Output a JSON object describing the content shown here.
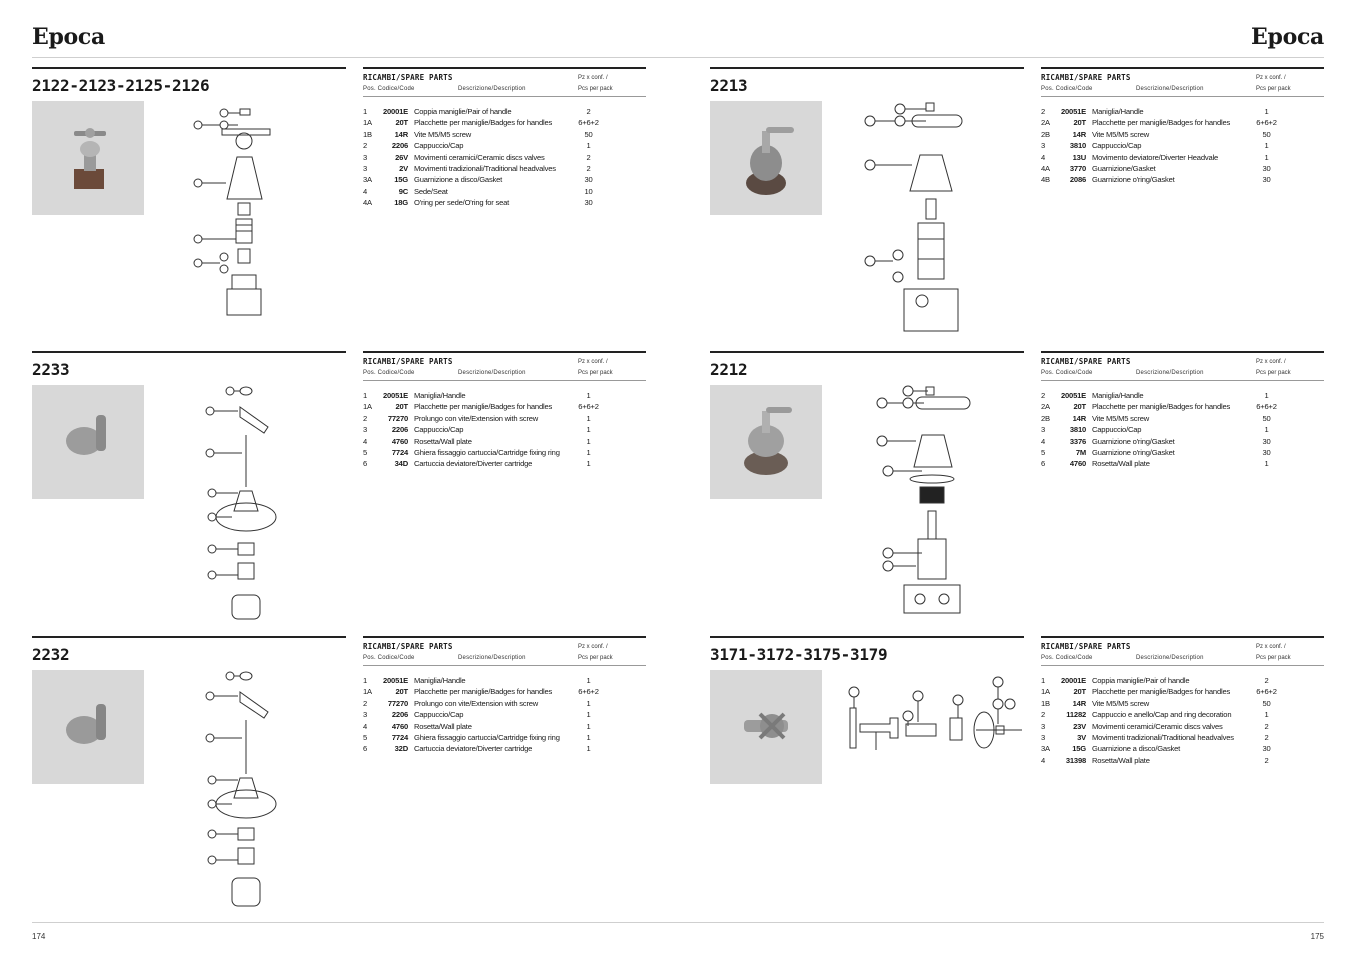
{
  "brand_left": "Epoca",
  "brand_right": "Epoca",
  "page_left": "174",
  "page_right": "175",
  "table_header": {
    "title": "RICAMBI/SPARE PARTS",
    "pos_code": "Pos. Codice/Code",
    "description": "Descrizione/Description",
    "qty_line1": "Pz x conf. /",
    "qty_line2": "Pcs per pack"
  },
  "products": [
    {
      "code": "2122-2123-2125-2126",
      "parts": [
        {
          "pos": "1",
          "code": "20001E",
          "desc": "Coppia maniglie/Pair of handle",
          "qty": "2"
        },
        {
          "pos": "1A",
          "code": "20T",
          "desc": "Placchette per maniglie/Badges for handles",
          "qty": "6+6+2"
        },
        {
          "pos": "1B",
          "code": "14R",
          "desc": "Vite M5/M5 screw",
          "qty": "50"
        },
        {
          "pos": "2",
          "code": "2206",
          "desc": "Cappuccio/Cap",
          "qty": "1"
        },
        {
          "pos": "3",
          "code": "26V",
          "desc": "Movimenti ceramici/Ceramic discs valves",
          "qty": "2"
        },
        {
          "pos": "3",
          "code": "2V",
          "desc": "Movimenti tradizionali/Traditional headvalves",
          "qty": "2"
        },
        {
          "pos": "3A",
          "code": "15G",
          "desc": "Guarnizione a disco/Gasket",
          "qty": "30"
        },
        {
          "pos": "4",
          "code": "9C",
          "desc": "Sede/Seat",
          "qty": "10"
        },
        {
          "pos": "4A",
          "code": "18G",
          "desc": "O'ring per sede/O'ring for seat",
          "qty": "30"
        }
      ]
    },
    {
      "code": "2213",
      "parts": [
        {
          "pos": "2",
          "code": "20051E",
          "desc": "Maniglia/Handle",
          "qty": "1"
        },
        {
          "pos": "2A",
          "code": "20T",
          "desc": "Placchette per maniglie/Badges for handles",
          "qty": "6+6+2"
        },
        {
          "pos": "2B",
          "code": "14R",
          "desc": "Vite M5/M5 screw",
          "qty": "50"
        },
        {
          "pos": "3",
          "code": "3810",
          "desc": "Cappuccio/Cap",
          "qty": "1"
        },
        {
          "pos": "4",
          "code": "13U",
          "desc": "Movimento deviatore/Diverter Headvale",
          "qty": "1"
        },
        {
          "pos": "4A",
          "code": "3770",
          "desc": "Guarnizione/Gasket",
          "qty": "30"
        },
        {
          "pos": "4B",
          "code": "2086",
          "desc": "Guarnizione o'ring/Gasket",
          "qty": "30"
        }
      ]
    },
    {
      "code": "2233",
      "parts": [
        {
          "pos": "1",
          "code": "20051E",
          "desc": "Maniglia/Handle",
          "qty": "1"
        },
        {
          "pos": "1A",
          "code": "20T",
          "desc": "Placchette per maniglie/Badges for handles",
          "qty": "6+6+2"
        },
        {
          "pos": "2",
          "code": "77270",
          "desc": "Prolungo con vite/Extension with screw",
          "qty": "1"
        },
        {
          "pos": "3",
          "code": "2206",
          "desc": "Cappuccio/Cap",
          "qty": "1"
        },
        {
          "pos": "4",
          "code": "4760",
          "desc": "Rosetta/Wall plate",
          "qty": "1"
        },
        {
          "pos": "5",
          "code": "7724",
          "desc": "Ghiera fissaggio cartuccia/Cartridge fixing ring",
          "qty": "1"
        },
        {
          "pos": "6",
          "code": "34D",
          "desc": "Cartuccia deviatore/Diverter cartridge",
          "qty": "1"
        }
      ]
    },
    {
      "code": "2212",
      "parts": [
        {
          "pos": "2",
          "code": "20051E",
          "desc": "Maniglia/Handle",
          "qty": "1"
        },
        {
          "pos": "2A",
          "code": "20T",
          "desc": "Placchette per maniglie/Badges for handles",
          "qty": "6+6+2"
        },
        {
          "pos": "2B",
          "code": "14R",
          "desc": "Vite M5/M5 screw",
          "qty": "50"
        },
        {
          "pos": "3",
          "code": "3810",
          "desc": "Cappuccio/Cap",
          "qty": "1"
        },
        {
          "pos": "4",
          "code": "3376",
          "desc": "Guarnizione o'ring/Gasket",
          "qty": "30"
        },
        {
          "pos": "5",
          "code": "7M",
          "desc": "Guarnizione o'ring/Gasket",
          "qty": "30"
        },
        {
          "pos": "6",
          "code": "4760",
          "desc": "Rosetta/Wall plate",
          "qty": "1"
        }
      ]
    },
    {
      "code": "2232",
      "parts": [
        {
          "pos": "1",
          "code": "20051E",
          "desc": "Maniglia/Handle",
          "qty": "1"
        },
        {
          "pos": "1A",
          "code": "20T",
          "desc": "Placchette per maniglie/Badges for handles",
          "qty": "6+6+2"
        },
        {
          "pos": "2",
          "code": "77270",
          "desc": "Prolungo con vite/Extension with screw",
          "qty": "1"
        },
        {
          "pos": "3",
          "code": "2206",
          "desc": "Cappuccio/Cap",
          "qty": "1"
        },
        {
          "pos": "4",
          "code": "4760",
          "desc": "Rosetta/Wall plate",
          "qty": "1"
        },
        {
          "pos": "5",
          "code": "7724",
          "desc": "Ghiera fissaggio cartuccia/Cartridge fixing ring",
          "qty": "1"
        },
        {
          "pos": "6",
          "code": "32D",
          "desc": "Cartuccia deviatore/Diverter cartridge",
          "qty": "1"
        }
      ]
    },
    {
      "code": "3171-3172-3175-3179",
      "parts": [
        {
          "pos": "1",
          "code": "20001E",
          "desc": "Coppia maniglie/Pair of handle",
          "qty": "2"
        },
        {
          "pos": "1A",
          "code": "20T",
          "desc": "Placchette per maniglie/Badges for handles",
          "qty": "6+6+2"
        },
        {
          "pos": "1B",
          "code": "14R",
          "desc": "Vite M5/M5 screw",
          "qty": "50"
        },
        {
          "pos": "2",
          "code": "11282",
          "desc": "Cappuccio e anello/Cap and ring decoration",
          "qty": "1"
        },
        {
          "pos": "3",
          "code": "23V",
          "desc": "Movimenti ceramici/Ceramic discs valves",
          "qty": "2"
        },
        {
          "pos": "3",
          "code": "3V",
          "desc": "Movimenti tradizionali/Traditional headvalves",
          "qty": "2"
        },
        {
          "pos": "3A",
          "code": "15G",
          "desc": "Guarnizione a disco/Gasket",
          "qty": "30"
        },
        {
          "pos": "4",
          "code": "31398",
          "desc": "Rosetta/Wall plate",
          "qty": "2"
        }
      ]
    }
  ]
}
